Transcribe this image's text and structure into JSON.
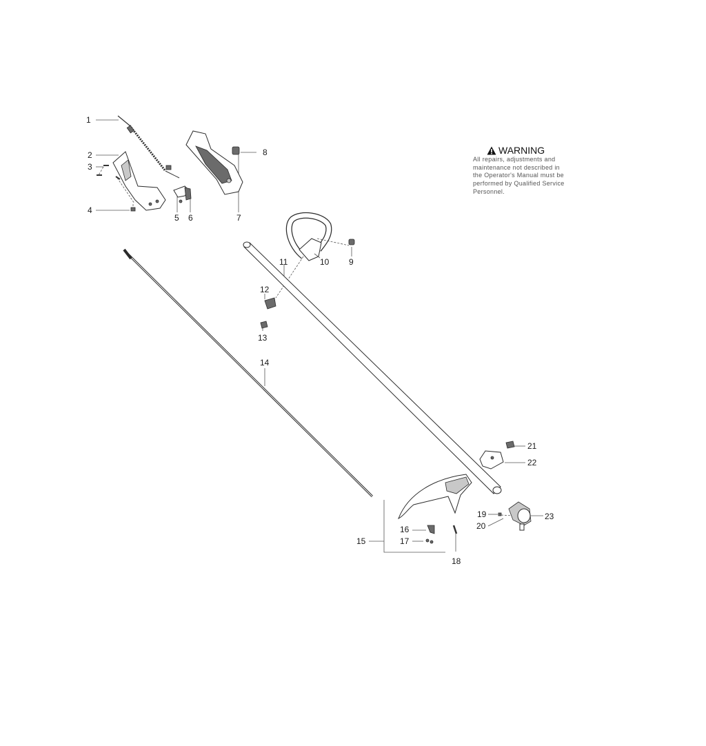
{
  "warning": {
    "title": "WARNING",
    "text": "All repairs, adjustments and\nmaintenance not described in\nthe Operator's Manual must be\nperformed by Qualified Service\nPersonnel."
  },
  "callouts": [
    "1",
    "2",
    "3",
    "4",
    "5",
    "6",
    "7",
    "8",
    "9",
    "10",
    "11",
    "12",
    "13",
    "14",
    "15",
    "16",
    "17",
    "18",
    "19",
    "20",
    "21",
    "22",
    "23"
  ]
}
